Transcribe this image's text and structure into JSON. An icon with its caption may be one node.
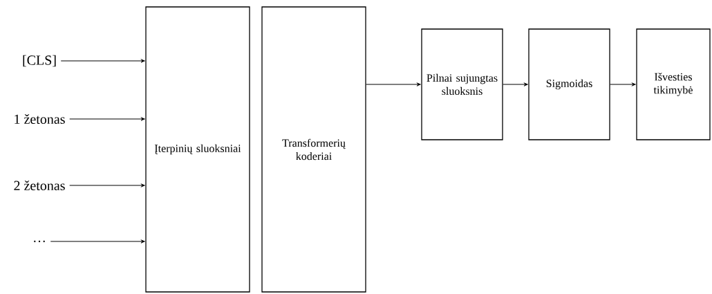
{
  "diagram": {
    "nodes": [
      {
        "text": [
          "[CLS]"
        ]
      },
      {
        "text": [
          "1 žetonas"
        ]
      },
      {
        "text": [
          "2 žetonas"
        ]
      },
      {
        "text": [
          "…"
        ]
      },
      {
        "text": [
          "Įterpinių sluoksniai"
        ]
      },
      {
        "text": [
          "Transformerių koderiai"
        ]
      },
      {
        "text": [
          "Pilnai sujungtas sluoksnis"
        ]
      },
      {
        "text": [
          "Sigmoidas"
        ]
      },
      {
        "text": [
          "Išvesties tikimybė"
        ]
      }
    ],
    "edges": [
      {
        "from": 0,
        "to": 4,
        "arrow": "to"
      },
      {
        "from": 1,
        "to": 4,
        "arrow": "to"
      },
      {
        "from": 2,
        "to": 4,
        "arrow": "to"
      },
      {
        "from": 3,
        "to": 4,
        "arrow": "to"
      },
      {
        "from": 5,
        "to": 6,
        "arrow": "to"
      },
      {
        "from": 6,
        "to": 7,
        "arrow": "to"
      },
      {
        "from": 7,
        "to": 8,
        "arrow": "to"
      }
    ]
  }
}
